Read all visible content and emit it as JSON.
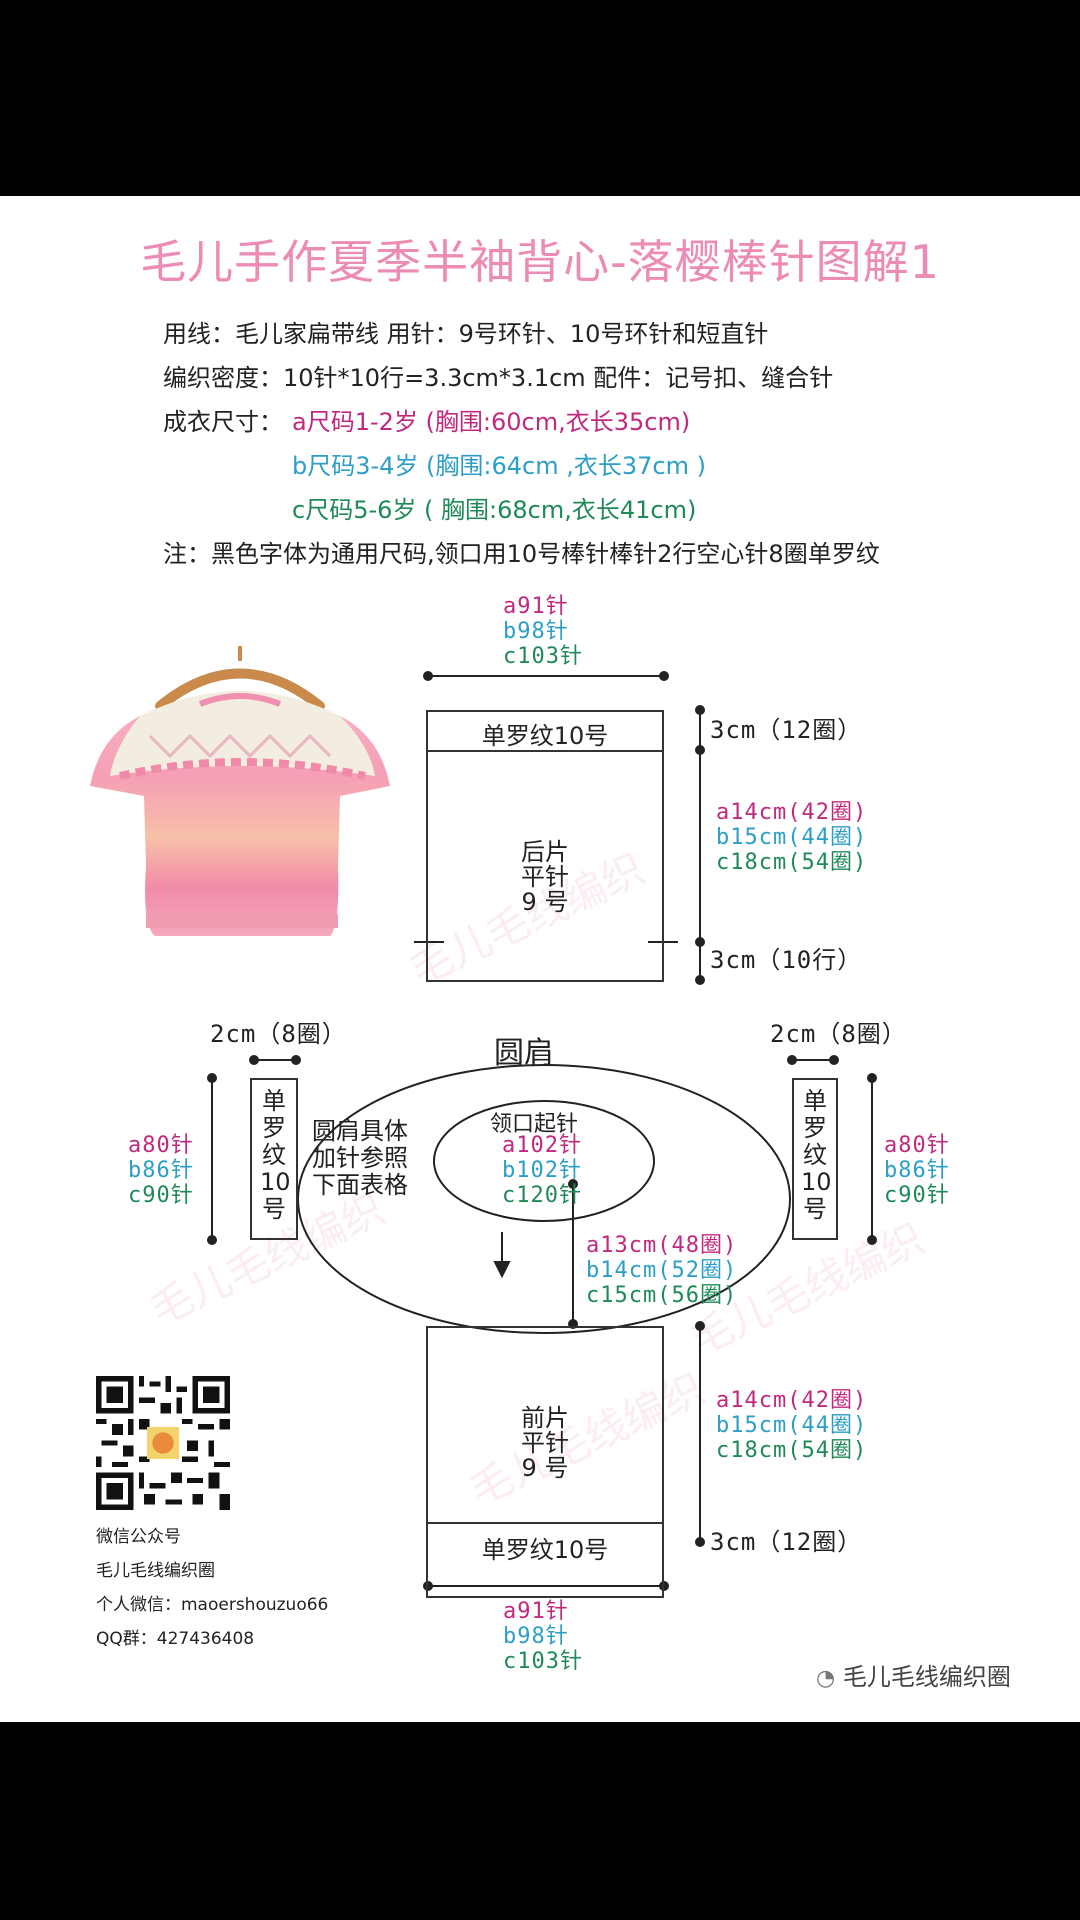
{
  "title": "毛儿手作夏季半袖背心-落樱棒针图解1",
  "info": {
    "line1": "用线：毛儿家扁带线      用针：9号环针、10号环针和短直针",
    "line2": "编织密度：10针*10行=3.3cm*3.1cm      配件：记号扣、缝合针",
    "line3_label": "成衣尺寸：",
    "size_a": "a尺码1-2岁 (胸围:60cm,衣长35cm)",
    "size_b": "b尺码3-4岁 (胸围:64cm ,衣长37cm )",
    "size_c": "c尺码5-6岁 ( 胸围:68cm,衣长41cm)",
    "note": "注：黑色字体为通用尺码,领口用10号棒针棒针2行空心针8圈单罗纹"
  },
  "back_piece": {
    "top_width": {
      "a": "a91针",
      "b": "b98针",
      "c": "c103针"
    },
    "ribbing_label": "单罗纹10号",
    "ribbing_height": "3cm（12圈）",
    "body_height": {
      "a": "a14cm(42圈)",
      "b": "b15cm(44圈)",
      "c": "c18cm(54圈)"
    },
    "label_lines": [
      "后片",
      "平针",
      "9 号"
    ],
    "bottom_height": "3cm（10行）"
  },
  "yoke": {
    "label": "圆肩",
    "inner_lines": [
      "圆肩具体",
      "加针参照",
      "下面表格"
    ],
    "neck_label": "领口起针",
    "neck": {
      "a": "a102针",
      "b": "b102针",
      "c": "c120针"
    },
    "depth": {
      "a": "a13cm(48圈)",
      "b": "b14cm(52圈)",
      "c": "c15cm(56圈)"
    }
  },
  "sleeves": {
    "width": "2cm（8圈）",
    "vertical_label": [
      "单",
      "罗",
      "纹",
      "10",
      "号"
    ],
    "stitches": {
      "a": "a80针",
      "b": "b86针",
      "c": "c90针"
    }
  },
  "front_piece": {
    "label_lines": [
      "前片",
      "平针",
      "9 号"
    ],
    "body_height": {
      "a": "a14cm(42圈)",
      "b": "b15cm(44圈)",
      "c": "c18cm(54圈)"
    },
    "ribbing_label": "单罗纹10号",
    "ribbing_height": "3cm（12圈）",
    "bottom_width": {
      "a": "a91针",
      "b": "b98针",
      "c": "c103针"
    }
  },
  "footer": {
    "wechat_public": "微信公众号",
    "circle_name": "毛儿毛线编织圈",
    "personal_wechat": "个人微信：maoershouzuo66",
    "qq_group": "QQ群：427436408"
  },
  "brand": "毛儿毛线编织圈",
  "watermark": "毛儿毛线编织",
  "colors": {
    "title": "#ec8bb3",
    "a": "#c0297d",
    "b": "#2d9ec6",
    "c": "#1f8a57"
  }
}
